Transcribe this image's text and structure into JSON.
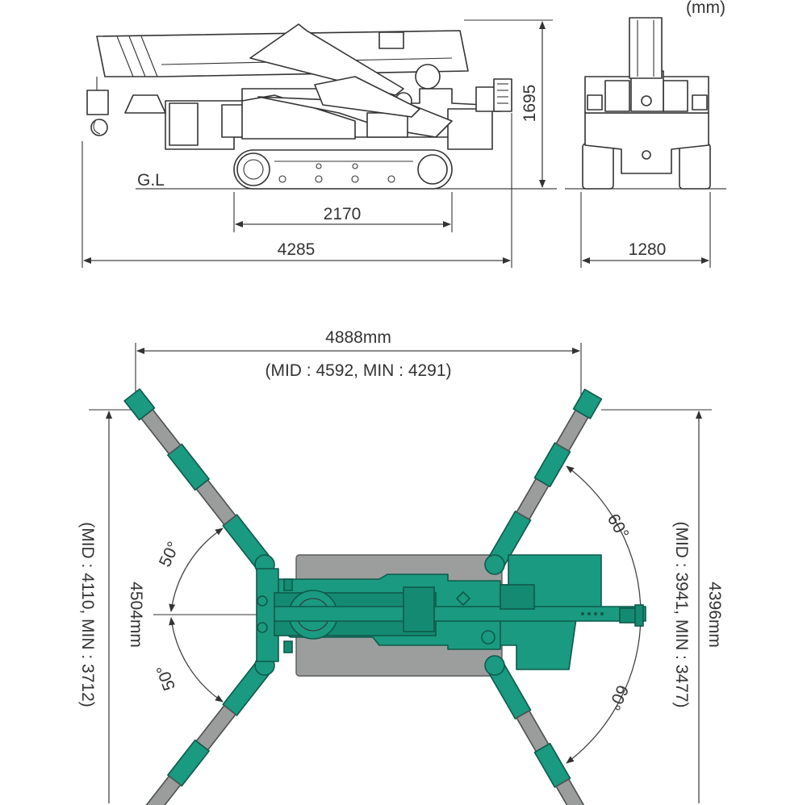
{
  "units_label": "(mm)",
  "ground_label": "G.L",
  "side_view": {
    "track_length": "2170",
    "overall_length": "4285",
    "height": "1695"
  },
  "rear_view": {
    "width": "1280"
  },
  "top_view": {
    "outrigger_span": "4888mm",
    "outrigger_span_alt": "(MID : 4592, MIN : 4291)",
    "left_depth": "4504mm",
    "left_depth_alt": "(MID : 4110, MIN : 3712)",
    "right_depth": "4396mm",
    "right_depth_alt": "(MID : 3941, MIN : 3477)",
    "left_angle_upper": "50°",
    "left_angle_lower": "50°",
    "right_angle_upper": "60°",
    "right_angle_lower": "60°"
  },
  "colors": {
    "outrigger_teal": "#1a9a80",
    "body_grey": "#9c9e9d",
    "line": "#333333"
  }
}
